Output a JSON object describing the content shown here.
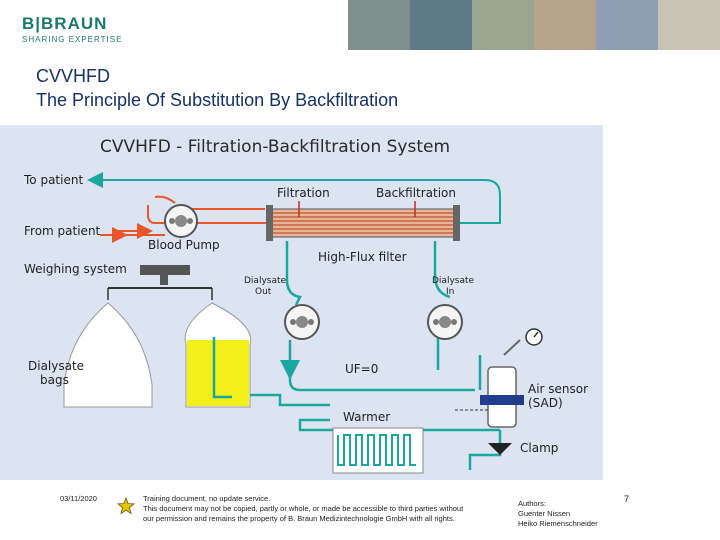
{
  "header": {
    "logo_main": "B|BRAUN",
    "logo_sub": "SHARING EXPERTISE",
    "photo_colors": [
      "#7f8f8c",
      "#5f7a86",
      "#9aa58f",
      "#b7a48a",
      "#8d9db2",
      "#c9c3b5"
    ]
  },
  "slide": {
    "title_line1": "CVVHFD",
    "title_line2": "The Principle Of Substitution By Backfiltration"
  },
  "diagram": {
    "title": "CVVHFD - Filtration-Backfiltration System",
    "labels": {
      "to_patient": "To patient",
      "from_patient": "From patient",
      "blood_pump": "Blood Pump",
      "weighing_system": "Weighing system",
      "filtration": "Filtration",
      "backfiltration": "Backfiltration",
      "high_flux_filter": "High-Flux filter",
      "dialysate_out_1": "Dialysate",
      "dialysate_out_2": "Out",
      "dialysate_in_1": "Dialysate",
      "dialysate_in_2": "In",
      "dialysate_bags_1": "Dialysate",
      "dialysate_bags_2": "bags",
      "uf": "UF=0",
      "warmer": "Warmer",
      "air_sensor_1": "Air sensor",
      "air_sensor_2": "(SAD)",
      "clamp": "Clamp"
    },
    "colors": {
      "blood": "#e8562a",
      "dialysate": "#1aa7a0",
      "background": "#dce4f2",
      "bag_fill": "#f2ef19",
      "filter_fibers": "#c8643c"
    }
  },
  "footer": {
    "date": "03/11/2020",
    "notice_line1": "Training document, no update service.",
    "notice_line2": "This document may not be copied, partly or whole, or made be accessible to third parties without",
    "notice_line3": "our permission and remains the property of B. Braun Medizintechnologie GmbH with all rights.",
    "authors_label": "Authors:",
    "author1": "Guenter Nissen",
    "author2": "Heiko Riemenschneider",
    "page_number": "7"
  }
}
